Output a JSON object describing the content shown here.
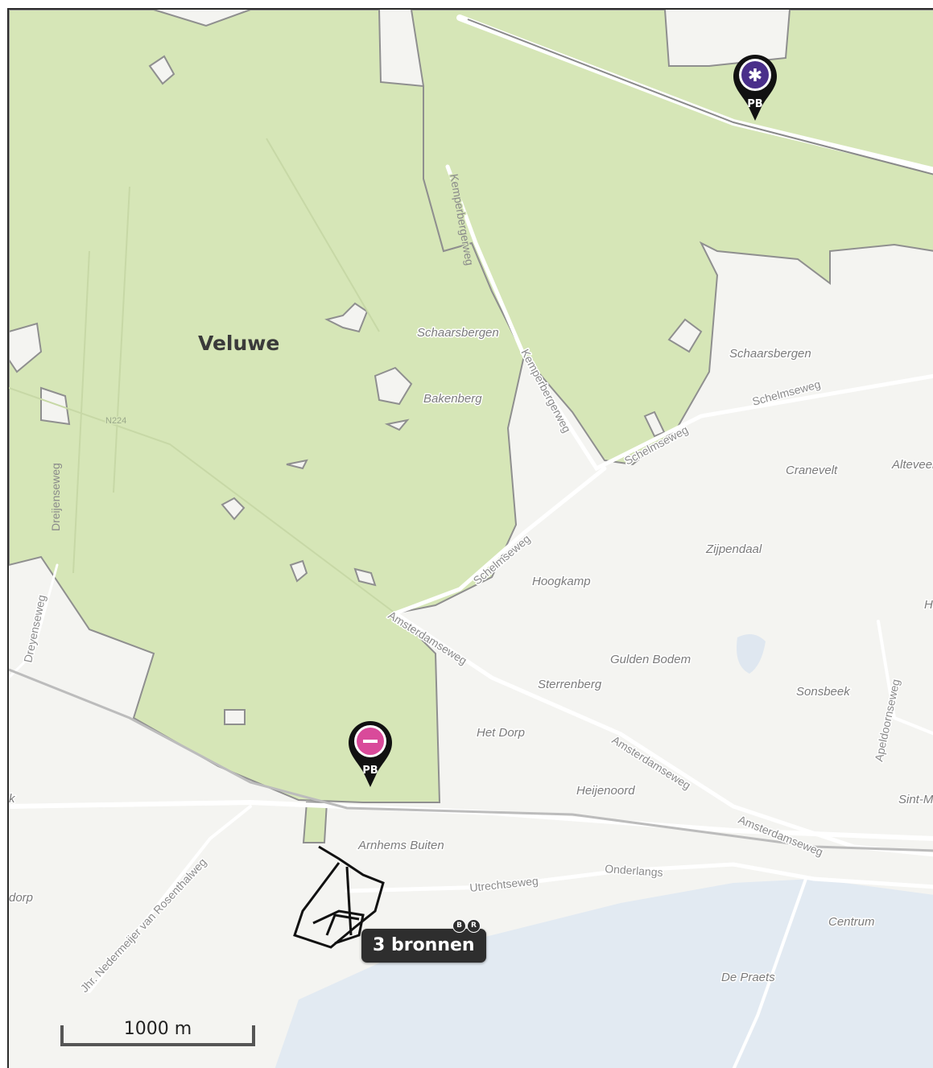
{
  "map": {
    "region_label": "Veluwe",
    "road_code": "N224",
    "places": {
      "schaarsbergen_village": "Schaarsbergen",
      "schaarsbergen_east": "Schaarsbergen",
      "bakenberg": "Bakenberg",
      "cranevelt": "Cranevelt",
      "alteveer": "Alteveer",
      "zijpendaal": "Zijpendaal",
      "hoogkamp": "Hoogkamp",
      "gulden_bodem": "Gulden Bodem",
      "sterrenberg": "Sterrenberg",
      "sonsbeek": "Sonsbeek",
      "het_dorp": "Het Dorp",
      "heijenoord": "Heijenoord",
      "arnhems_buiten": "Arnhems Buiten",
      "centrum": "Centrum",
      "de_praets": "De Praets",
      "sint_m": "Sint-M",
      "ha": "Ha",
      "dorp_left": "dorp",
      "k_left": "k"
    },
    "streets": {
      "kemperbergerweg_north": "Kemperbergerweg",
      "kemperbergerweg_mid": "Kemperbergerweg",
      "schelmseweg_east": "Schelmseweg",
      "schelmseweg_mid": "Schelmseweg",
      "schelmseweg_west": "Schelmseweg",
      "amsterdamseweg_west": "Amsterdamseweg",
      "amsterdamseweg_mid": "Amsterdamseweg",
      "amsterdamseweg_east": "Amsterdamseweg",
      "dreijenseweg": "Dreijenseweg",
      "dreyenseweg": "Dreyenseweg",
      "utrechtseweg": "Utrechtseweg",
      "onderlangs": "Onderlangs",
      "apeldoornseweg": "Apeldoornseweg",
      "rosenthalweg": "Jhr. Nedermeijer van Rosenthalweg"
    }
  },
  "markers": [
    {
      "id": "star",
      "icon": "star-icon",
      "label": "PB",
      "color": "#4a2f8a"
    },
    {
      "id": "minus",
      "icon": "minus-icon",
      "label": "PB",
      "color": "#d94a9a"
    }
  ],
  "sources_badge": {
    "text": "3 bronnen",
    "mini_b": "B",
    "mini_r": "R"
  },
  "scale": {
    "label": "1000 m"
  },
  "colors": {
    "forest": "#d6e6b7",
    "forest_border": "#8f8f8f",
    "urban": "#f4f4f1",
    "water": "#e3ebf3",
    "road": "#ffffff"
  }
}
